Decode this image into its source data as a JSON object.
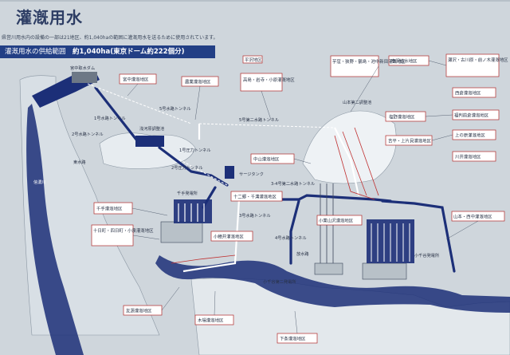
{
  "header": {
    "title": "灌漑用水",
    "subtitle": "県営川用水内の設備の一部は21地区、約1,040haの範囲に灌漑用水を送るために使用されています。",
    "banner_prefix": "灌漑用水の供給範囲",
    "banner_emphasis": "約1,040ha(東京ドーム約222個分)"
  },
  "colors": {
    "background": "#cfd6dc",
    "banner": "#223f85",
    "water": "#1c2f78",
    "box_border": "#b02a2a",
    "land": "#dfe5ea"
  },
  "areas": [
    "宮中灌漑地区",
    "農業灌漑地区",
    "高島・岩寺・小原灌漑地区",
    "平沢地区",
    "芋窪・狭野・鶴島・池中新田灌漑地区",
    "泰沢給水地区",
    "瀬沢・古川原・前ノ木灌漑地区",
    "西倉灌漑地区",
    "塩野灌漑地区",
    "福判前倉灌漑地区",
    "吉平・上片貝灌漑地区",
    "上の原灌漑地区",
    "川井灌漑地区",
    "中山灌漑地区",
    "十二郷・千溝灌漑地区",
    "千手灌漑地区",
    "十日町・四日町・小泉灌漑地区",
    "小穂井灌漑地区",
    "小栗山沢灌漑地区",
    "山本・西中灌漑地区",
    "友源灌漑地区",
    "木場灌漑地区",
    "下条灌漑地区"
  ],
  "structures": [
    "宮中取水ダム",
    "浅河原調整池",
    "山本第二調整池",
    "サージタンク",
    "千手発電所",
    "小千谷第二発電所",
    "小千谷発電所",
    "信濃川",
    "東水路",
    "放水路"
  ],
  "tunnels": [
    "1号水路トンネル",
    "2号水路トンネル",
    "3号水路トンネル",
    "4号水路トンネル",
    "5号水路トンネル",
    "5号第二水路トンネル",
    "1号圧力トンネル",
    "2号圧力トンネル",
    "3-4号第二水路トンネル"
  ]
}
